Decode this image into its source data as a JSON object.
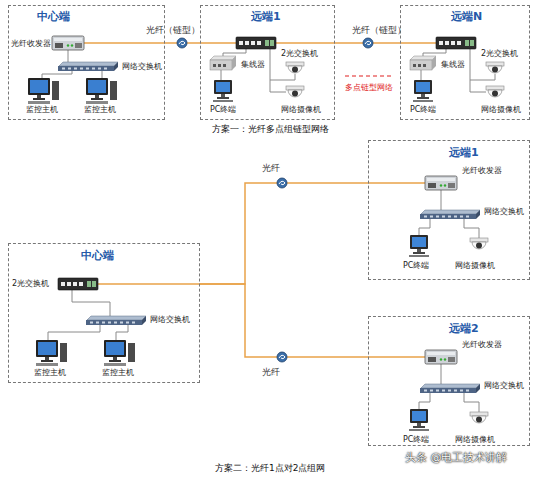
{
  "diagram": {
    "nodes": [
      {
        "text": [
          "中心端"
        ]
      },
      {
        "text": [
          "远端1"
        ]
      },
      {
        "text": [
          "远端N"
        ]
      },
      {
        "text": [
          "中心端"
        ]
      },
      {
        "text": [
          "远端1"
        ]
      },
      {
        "text": [
          "远端2"
        ]
      }
    ],
    "edges": [
      {
        "from": 0,
        "to": 1,
        "arrow": "none",
        "label": "光纤（链型）"
      },
      {
        "from": 1,
        "to": 2,
        "arrow": "none",
        "label": "光纤（链型）"
      },
      {
        "from": 3,
        "to": 4,
        "arrow": "none",
        "label": "光纤"
      },
      {
        "from": 3,
        "to": 5,
        "arrow": "none",
        "label": "光纤"
      }
    ],
    "labels": [
      "光纤收发器",
      "网络交换机",
      "监控主机",
      "监控主机",
      "集线器",
      "2光交换机",
      "PC终端",
      "网络摄像机",
      "集线器",
      "2光交换机",
      "PC终端",
      "网络摄像机",
      "多点链型网络",
      "方案一：光纤多点组链型网络",
      "2光交换机",
      "网络交换机",
      "监控主机",
      "监控主机",
      "光纤收发器",
      "网络交换机",
      "PC终端",
      "网络摄像机",
      "光纤收发器",
      "网络交换机",
      "PC终端",
      "网络摄像机",
      "方案二：光纤1点对2点组网",
      "头条 @电工技术讲解"
    ]
  }
}
